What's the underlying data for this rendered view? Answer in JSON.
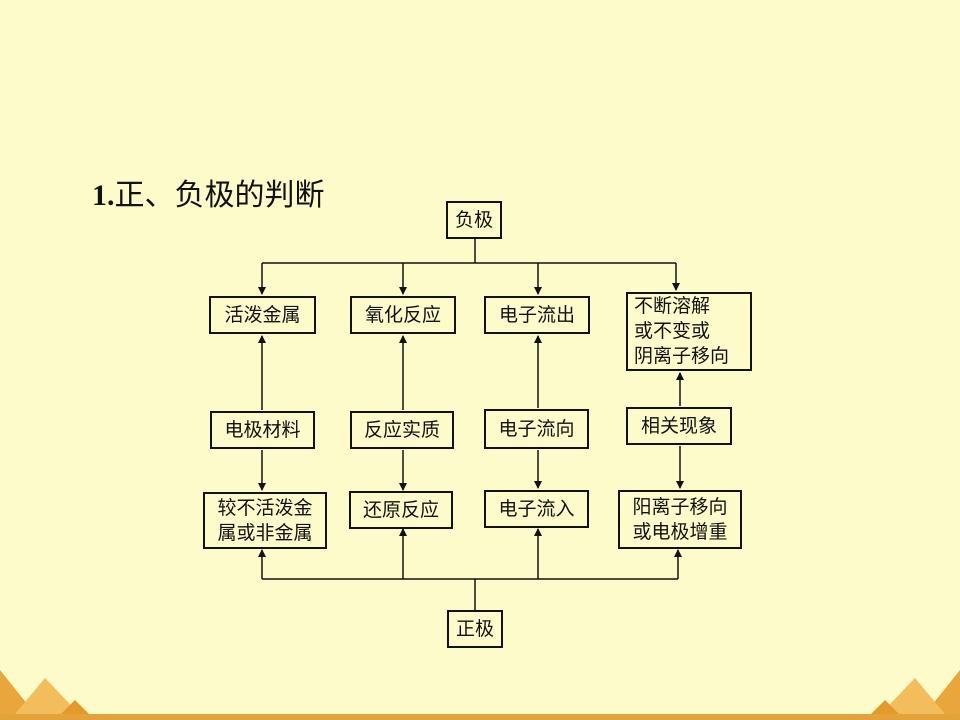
{
  "title": {
    "number": "1.",
    "text": "正、负极的判断"
  },
  "nodes": {
    "negative": "负极",
    "positive": "正极",
    "neg_material": "活泼金属",
    "neg_reaction": "氧化反应",
    "neg_electron": "电子流出",
    "neg_phenomenon": "不断溶解\n或不变或\n阴离子移向",
    "cat_material": "电极材料",
    "cat_reaction": "反应实质",
    "cat_electron": "电子流向",
    "cat_phenomenon": "相关现象",
    "pos_material": "较不活泼金\n属或非金属",
    "pos_reaction": "还原反应",
    "pos_electron": "电子流入",
    "pos_phenomenon": "阳离子移向\n或电极增重"
  },
  "colors": {
    "background": "#fdfbc9",
    "line": "#111111",
    "accent": "#e2a33a"
  }
}
